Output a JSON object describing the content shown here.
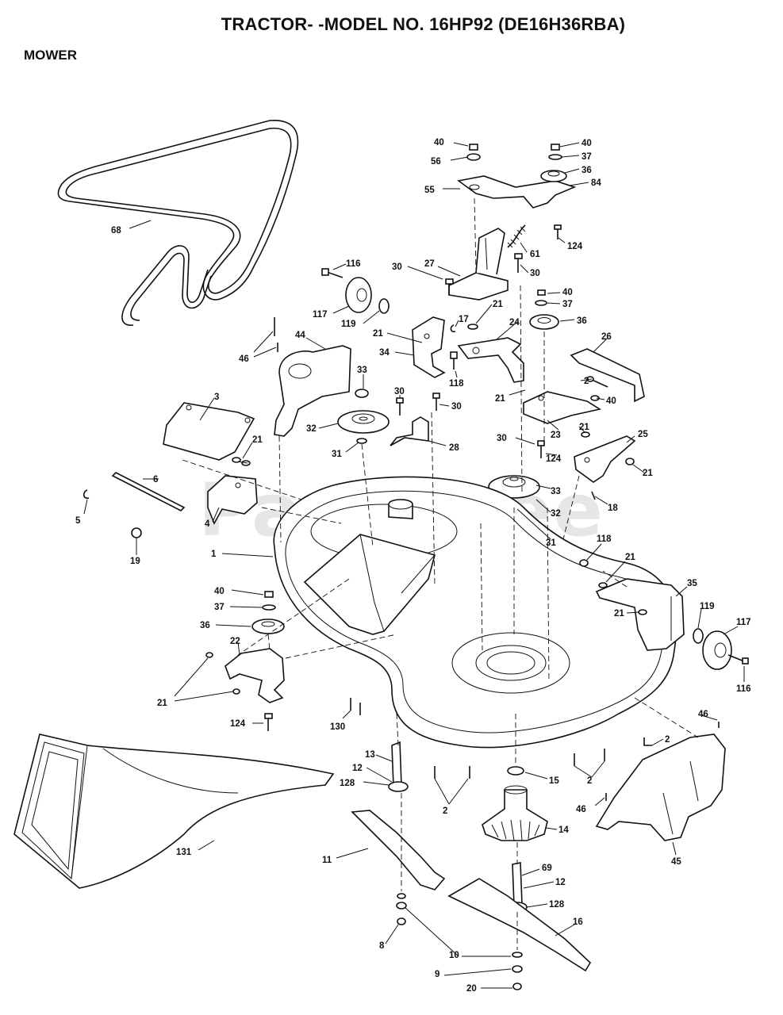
{
  "header": {
    "title": "TRACTOR- -MODEL NO. 16HP92 (DE16H36RBA)",
    "section": "MOWER"
  },
  "watermark": "PartsTree",
  "callouts": [
    {
      "id": "c40a",
      "label": "40"
    },
    {
      "id": "c56",
      "label": "56"
    },
    {
      "id": "c55",
      "label": "55"
    },
    {
      "id": "c40b",
      "label": "40"
    },
    {
      "id": "c37a",
      "label": "37"
    },
    {
      "id": "c36a",
      "label": "36"
    },
    {
      "id": "c84",
      "label": "84"
    },
    {
      "id": "c124a",
      "label": "124"
    },
    {
      "id": "c61",
      "label": "61"
    },
    {
      "id": "c68",
      "label": "68"
    },
    {
      "id": "c116a",
      "label": "116"
    },
    {
      "id": "c117a",
      "label": "117"
    },
    {
      "id": "c119a",
      "label": "119"
    },
    {
      "id": "c30a",
      "label": "30"
    },
    {
      "id": "c27",
      "label": "27"
    },
    {
      "id": "c30b",
      "label": "30"
    },
    {
      "id": "c40c",
      "label": "40"
    },
    {
      "id": "c37b",
      "label": "37"
    },
    {
      "id": "c21a",
      "label": "21"
    },
    {
      "id": "c17",
      "label": "17"
    },
    {
      "id": "c36b",
      "label": "36"
    },
    {
      "id": "c21b",
      "label": "21"
    },
    {
      "id": "c24",
      "label": "24"
    },
    {
      "id": "c26",
      "label": "26"
    },
    {
      "id": "c34",
      "label": "34"
    },
    {
      "id": "c118a",
      "label": "118"
    },
    {
      "id": "c46a",
      "label": "46"
    },
    {
      "id": "c44",
      "label": "44"
    },
    {
      "id": "c33a",
      "label": "33"
    },
    {
      "id": "c30c",
      "label": "30"
    },
    {
      "id": "c30d",
      "label": "30"
    },
    {
      "id": "c2a",
      "label": "2"
    },
    {
      "id": "c40d",
      "label": "40"
    },
    {
      "id": "c21c",
      "label": "21"
    },
    {
      "id": "c3",
      "label": "3"
    },
    {
      "id": "c32a",
      "label": "32"
    },
    {
      "id": "c21d",
      "label": "21"
    },
    {
      "id": "c23",
      "label": "23"
    },
    {
      "id": "c25",
      "label": "25"
    },
    {
      "id": "c31a",
      "label": "31"
    },
    {
      "id": "c28",
      "label": "28"
    },
    {
      "id": "c30e",
      "label": "30"
    },
    {
      "id": "c124b",
      "label": "124"
    },
    {
      "id": "c21e",
      "label": "21"
    },
    {
      "id": "c21f",
      "label": "21"
    },
    {
      "id": "c6",
      "label": "6"
    },
    {
      "id": "c5",
      "label": "5"
    },
    {
      "id": "c4",
      "label": "4"
    },
    {
      "id": "c33b",
      "label": "33"
    },
    {
      "id": "c32b",
      "label": "32"
    },
    {
      "id": "c18",
      "label": "18"
    },
    {
      "id": "c31b",
      "label": "31"
    },
    {
      "id": "c19",
      "label": "19"
    },
    {
      "id": "c1",
      "label": "1"
    },
    {
      "id": "c118b",
      "label": "118"
    },
    {
      "id": "c21g",
      "label": "21"
    },
    {
      "id": "c35",
      "label": "35"
    },
    {
      "id": "c40e",
      "label": "40"
    },
    {
      "id": "c37c",
      "label": "37"
    },
    {
      "id": "c36c",
      "label": "36"
    },
    {
      "id": "c21h",
      "label": "21"
    },
    {
      "id": "c119b",
      "label": "119"
    },
    {
      "id": "c117b",
      "label": "117"
    },
    {
      "id": "c22",
      "label": "22"
    },
    {
      "id": "c116b",
      "label": "116"
    },
    {
      "id": "c21i",
      "label": "21"
    },
    {
      "id": "c124c",
      "label": "124"
    },
    {
      "id": "c130",
      "label": "130"
    },
    {
      "id": "c46b",
      "label": "46"
    },
    {
      "id": "c2b",
      "label": "2"
    },
    {
      "id": "c13",
      "label": "13"
    },
    {
      "id": "c12a",
      "label": "12"
    },
    {
      "id": "c128a",
      "label": "128"
    },
    {
      "id": "c15",
      "label": "15"
    },
    {
      "id": "c2c",
      "label": "2"
    },
    {
      "id": "c2d",
      "label": "2"
    },
    {
      "id": "c46c",
      "label": "46"
    },
    {
      "id": "c14",
      "label": "14"
    },
    {
      "id": "c131",
      "label": "131"
    },
    {
      "id": "c11",
      "label": "11"
    },
    {
      "id": "c45",
      "label": "45"
    },
    {
      "id": "c69",
      "label": "69"
    },
    {
      "id": "c12b",
      "label": "12"
    },
    {
      "id": "c128b",
      "label": "128"
    },
    {
      "id": "c16",
      "label": "16"
    },
    {
      "id": "c8",
      "label": "8"
    },
    {
      "id": "c10",
      "label": "10"
    },
    {
      "id": "c9",
      "label": "9"
    },
    {
      "id": "c20",
      "label": "20"
    }
  ]
}
